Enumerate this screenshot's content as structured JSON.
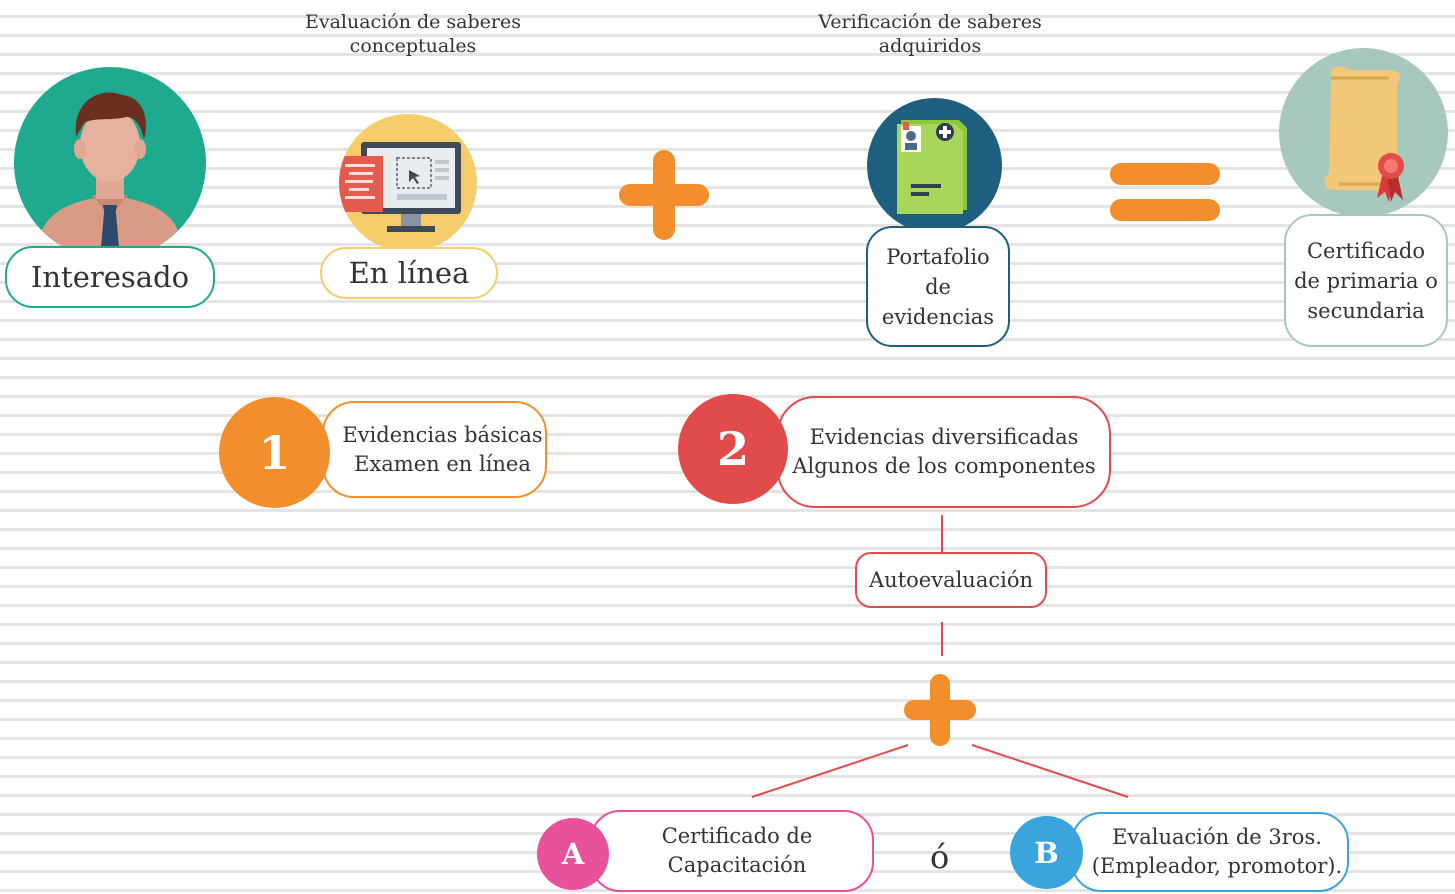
{
  "top": {
    "caption_left": [
      "Evaluación de saberes",
      "conceptuales"
    ],
    "caption_right": [
      "Verificación de saberes",
      "adquiridos"
    ],
    "interesado_label": "Interesado",
    "en_linea_label": "En línea",
    "portafolio_label": [
      "Portafolio",
      "de",
      "evidencias"
    ],
    "certificado_label": [
      "Certificado",
      "de primaria o",
      "secundaria"
    ]
  },
  "options": {
    "one": {
      "number": "1",
      "lines": [
        "Evidencias básicas",
        "Examen en línea"
      ]
    },
    "two": {
      "number": "2",
      "lines": [
        "Evidencias diversificadas",
        "Algunos de los componentes"
      ]
    },
    "autoevaluacion": "Autoevaluación",
    "a": {
      "letter": "A",
      "lines": [
        "Certificado de",
        "Capacitación"
      ]
    },
    "or_text": "ó",
    "b": {
      "letter": "B",
      "lines": [
        "Evaluación de 3ros.",
        "(Empleador, promotor)."
      ]
    }
  },
  "colors": {
    "teal": "#1fa98f",
    "yellow": "#f7cc6b",
    "navy": "#1e5f80",
    "sage": "#a9c8bd",
    "orange": "#f28e2b",
    "red": "#e24b4b",
    "pink": "#e8519b",
    "blue": "#3aa5dd"
  }
}
